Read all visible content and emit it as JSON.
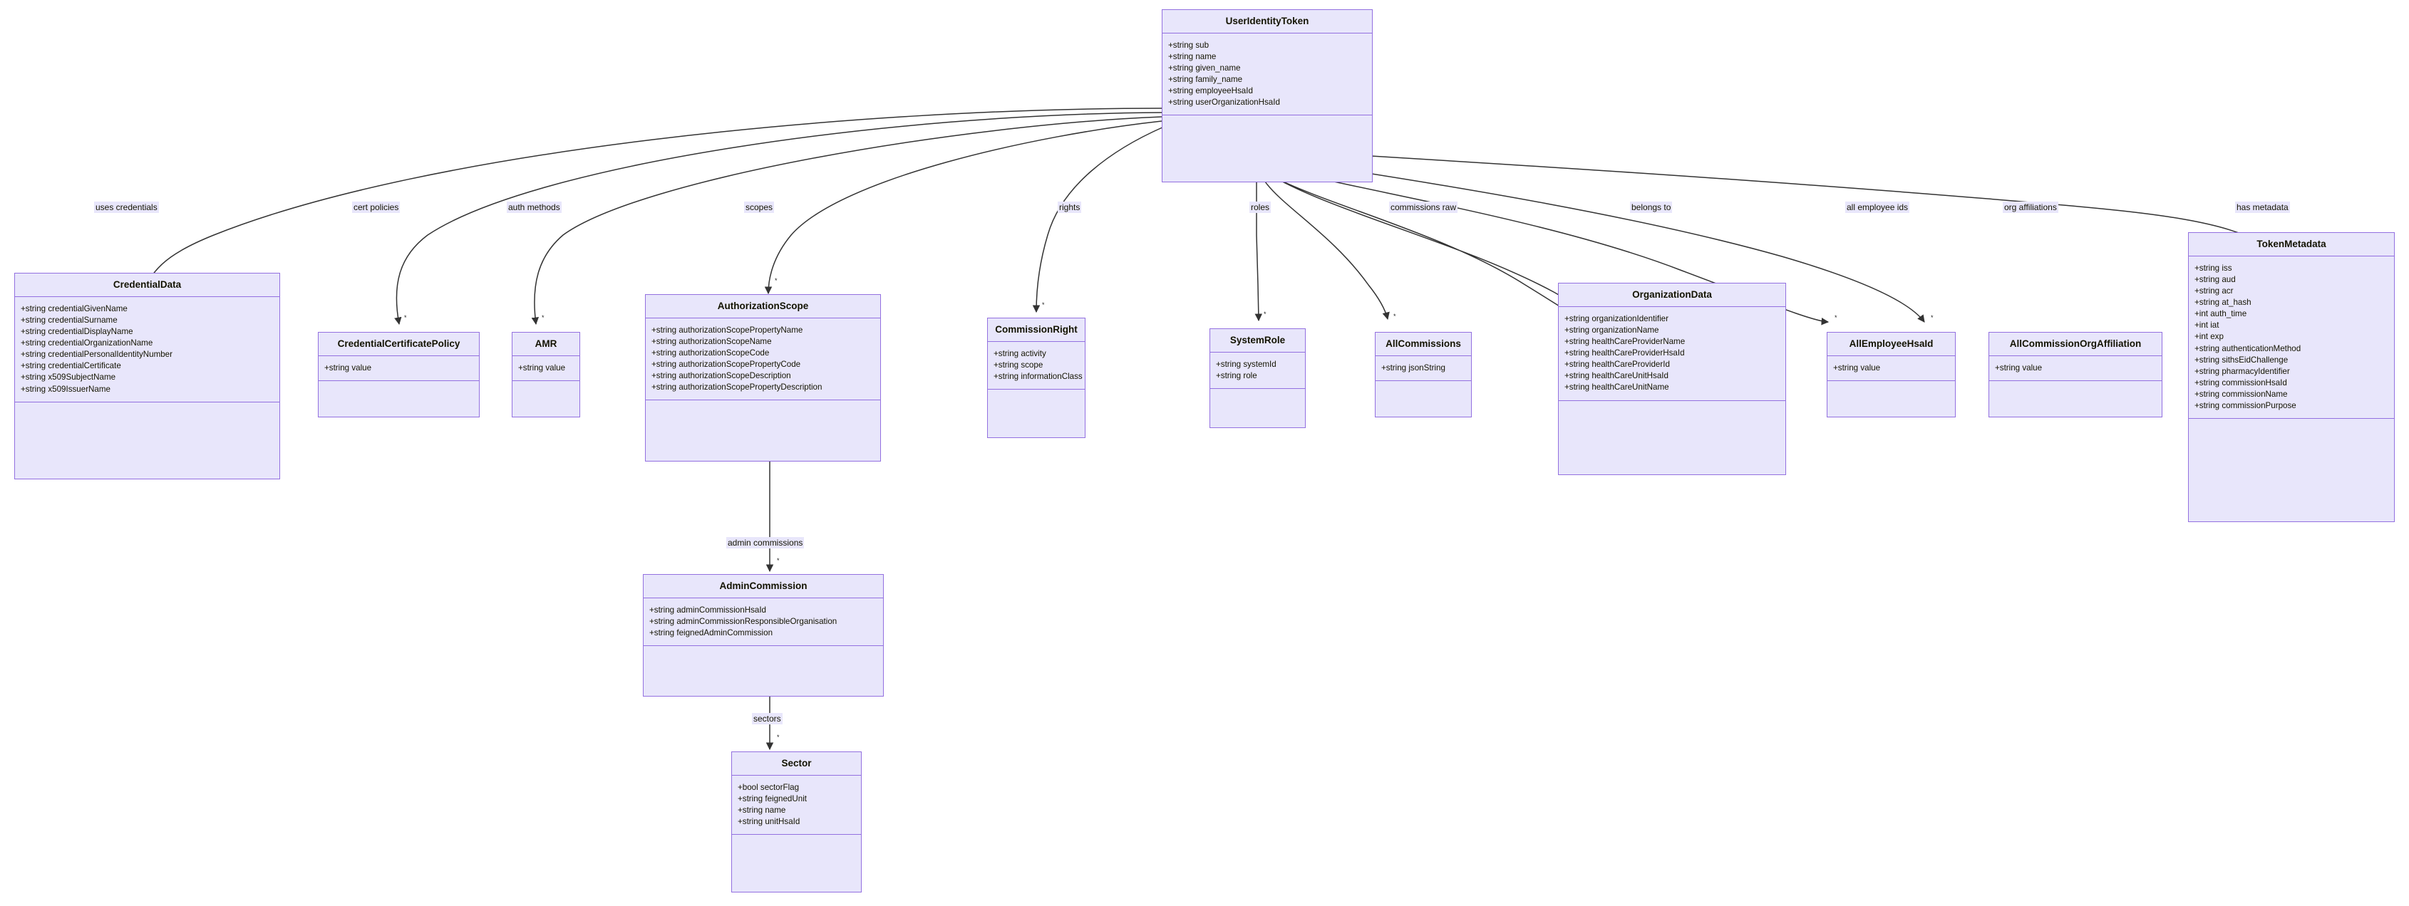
{
  "diagram": {
    "kind": "uml-class-diagram",
    "colors": {
      "box_fill": "#e8e6fb",
      "box_border": "#9370e0",
      "edge_stroke": "#333333",
      "text": "#131300",
      "background": "#ffffff"
    },
    "classes": [
      {
        "id": "UserIdentityToken",
        "name": "UserIdentityToken",
        "attributes": [
          "+string sub",
          "+string name",
          "+string given_name",
          "+string family_name",
          "+string employeeHsaId",
          "+string userOrganizationHsaId"
        ],
        "methods": []
      },
      {
        "id": "CredentialData",
        "name": "CredentialData",
        "attributes": [
          "+string credentialGivenName",
          "+string credentialSurname",
          "+string credentialDisplayName",
          "+string credentialOrganizationName",
          "+string credentialPersonalIdentityNumber",
          "+string credentialCertificate",
          "+string x509SubjectName",
          "+string x509IssuerName"
        ],
        "methods": []
      },
      {
        "id": "CredentialCertificatePolicy",
        "name": "CredentialCertificatePolicy",
        "attributes": [
          "+string value"
        ],
        "methods": []
      },
      {
        "id": "AMR",
        "name": "AMR",
        "attributes": [
          "+string value"
        ],
        "methods": []
      },
      {
        "id": "AuthorizationScope",
        "name": "AuthorizationScope",
        "attributes": [
          "+string authorizationScopePropertyName",
          "+string authorizationScopeName",
          "+string authorizationScopeCode",
          "+string authorizationScopePropertyCode",
          "+string authorizationScopeDescription",
          "+string authorizationScopePropertyDescription"
        ],
        "methods": []
      },
      {
        "id": "CommissionRight",
        "name": "CommissionRight",
        "attributes": [
          "+string activity",
          "+string scope",
          "+string informationClass"
        ],
        "methods": []
      },
      {
        "id": "SystemRole",
        "name": "SystemRole",
        "attributes": [
          "+string systemId",
          "+string role"
        ],
        "methods": []
      },
      {
        "id": "AllCommissions",
        "name": "AllCommissions",
        "attributes": [
          "+string jsonString"
        ],
        "methods": []
      },
      {
        "id": "OrganizationData",
        "name": "OrganizationData",
        "attributes": [
          "+string organizationIdentifier",
          "+string organizationName",
          "+string healthCareProviderName",
          "+string healthCareProviderHsaId",
          "+string healthCareProviderId",
          "+string healthCareUnitHsaId",
          "+string healthCareUnitName"
        ],
        "methods": []
      },
      {
        "id": "AllEmployeeHsaId",
        "name": "AllEmployeeHsaId",
        "attributes": [
          "+string value"
        ],
        "methods": []
      },
      {
        "id": "AllCommissionOrgAffiliation",
        "name": "AllCommissionOrgAffiliation",
        "attributes": [
          "+string value"
        ],
        "methods": []
      },
      {
        "id": "TokenMetadata",
        "name": "TokenMetadata",
        "attributes": [
          "+string iss",
          "+string aud",
          "+string acr",
          "+string at_hash",
          "+int auth_time",
          "+int iat",
          "+int exp",
          "+string authenticationMethod",
          "+string sithsEidChallenge",
          "+string pharmacyIdentifier",
          "+string commissionHsaId",
          "+string commissionName",
          "+string commissionPurpose"
        ],
        "methods": []
      },
      {
        "id": "AdminCommission",
        "name": "AdminCommission",
        "attributes": [
          "+string adminCommissionHsaId",
          "+string adminCommissionResponsibleOrganisation",
          "+string feignedAdminCommission"
        ],
        "methods": []
      },
      {
        "id": "Sector",
        "name": "Sector",
        "attributes": [
          "+bool sectorFlag",
          "+string feignedUnit",
          "+string name",
          "+string unitHsaId"
        ],
        "methods": []
      }
    ],
    "relations": [
      {
        "from": "UserIdentityToken",
        "to": "CredentialData",
        "label": "uses credentials",
        "cardinality": ""
      },
      {
        "from": "UserIdentityToken",
        "to": "CredentialCertificatePolicy",
        "label": "cert policies",
        "cardinality": "*"
      },
      {
        "from": "UserIdentityToken",
        "to": "AMR",
        "label": "auth methods",
        "cardinality": "*"
      },
      {
        "from": "UserIdentityToken",
        "to": "AuthorizationScope",
        "label": "scopes",
        "cardinality": "*"
      },
      {
        "from": "UserIdentityToken",
        "to": "CommissionRight",
        "label": "rights",
        "cardinality": "*"
      },
      {
        "from": "UserIdentityToken",
        "to": "SystemRole",
        "label": "roles",
        "cardinality": "*"
      },
      {
        "from": "UserIdentityToken",
        "to": "AllCommissions",
        "label": "commissions raw",
        "cardinality": "*"
      },
      {
        "from": "UserIdentityToken",
        "to": "OrganizationData",
        "label": "belongs to",
        "cardinality": ""
      },
      {
        "from": "UserIdentityToken",
        "to": "AllEmployeeHsaId",
        "label": "all employee ids",
        "cardinality": "*"
      },
      {
        "from": "UserIdentityToken",
        "to": "AllCommissionOrgAffiliation",
        "label": "org affiliations",
        "cardinality": "*"
      },
      {
        "from": "UserIdentityToken",
        "to": "TokenMetadata",
        "label": "has metadata",
        "cardinality": ""
      },
      {
        "from": "AuthorizationScope",
        "to": "AdminCommission",
        "label": "admin commissions",
        "cardinality": "*"
      },
      {
        "from": "AdminCommission",
        "to": "Sector",
        "label": "sectors",
        "cardinality": "*"
      }
    ]
  }
}
